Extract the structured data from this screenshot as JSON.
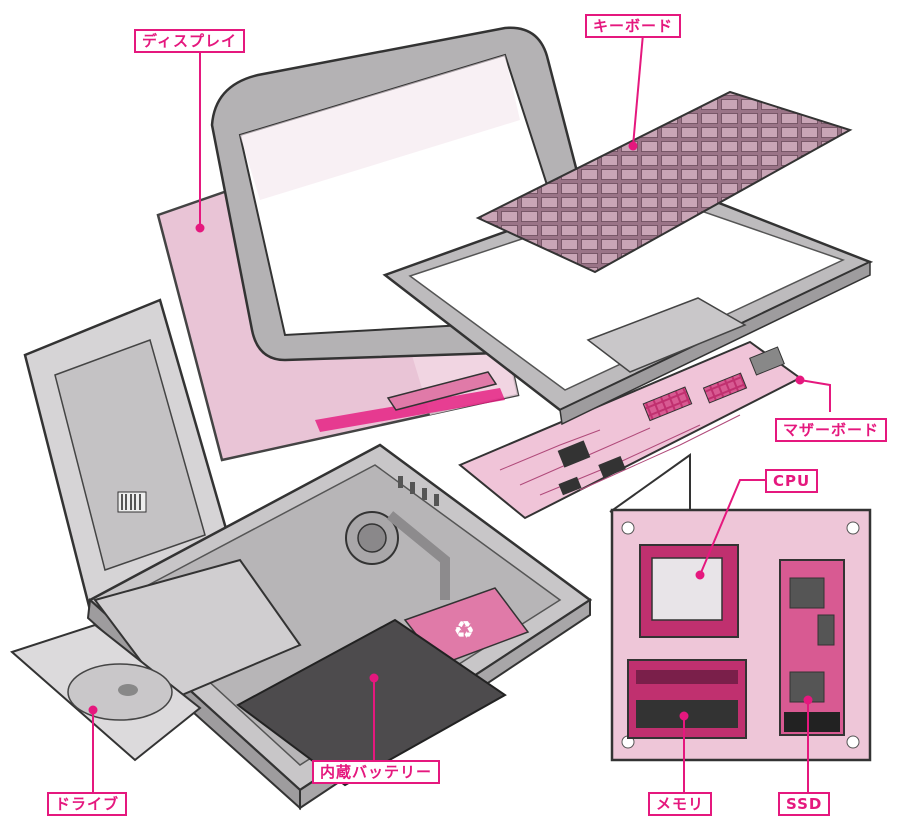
{
  "diagram": {
    "accent_color": "#e5187e",
    "parts": [
      {
        "id": "display",
        "label": "ディスプレイ"
      },
      {
        "id": "keyboard",
        "label": "キーボード"
      },
      {
        "id": "motherboard",
        "label": "マザーボード"
      },
      {
        "id": "cpu",
        "label": "CPU"
      },
      {
        "id": "drive",
        "label": "ドライブ"
      },
      {
        "id": "battery",
        "label": "内蔵バッテリー"
      },
      {
        "id": "memory",
        "label": "メモリ"
      },
      {
        "id": "ssd",
        "label": "SSD"
      }
    ]
  }
}
